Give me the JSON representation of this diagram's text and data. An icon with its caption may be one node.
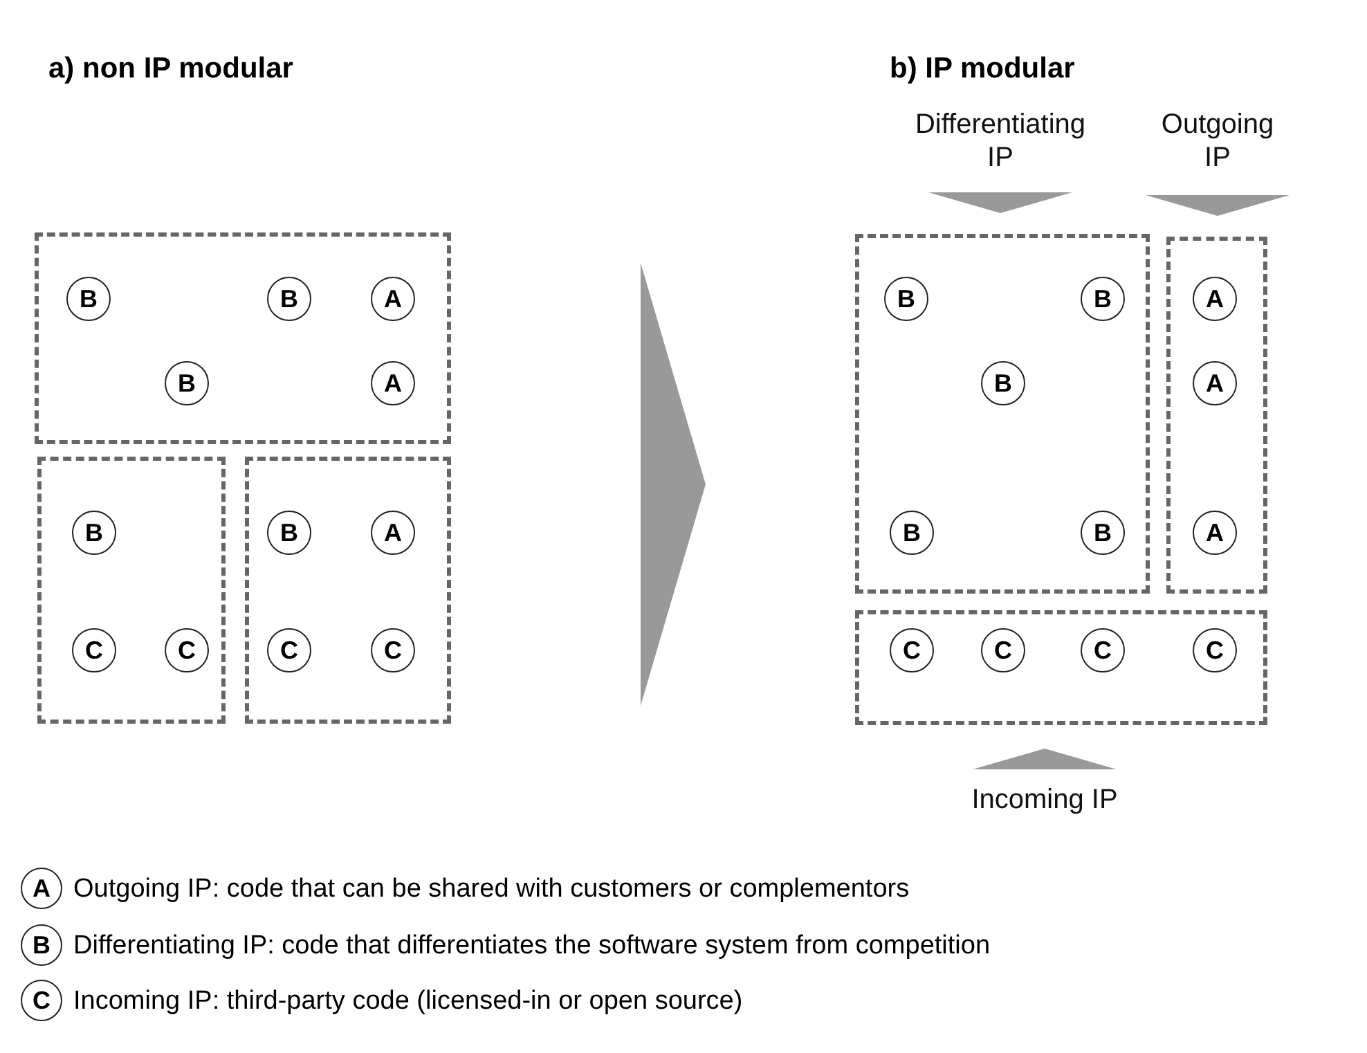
{
  "diagram": {
    "nodes": [
      {
        "text": [],
        "shape": "box"
      },
      {
        "text": [
          "B"
        ],
        "in": 0
      },
      {
        "text": [
          "B"
        ],
        "in": 0
      },
      {
        "text": [
          "A"
        ],
        "in": 0
      },
      {
        "text": [
          "B"
        ],
        "in": 0
      },
      {
        "text": [
          "A"
        ],
        "in": 0
      },
      {
        "text": [],
        "shape": "box"
      },
      {
        "text": [
          "B"
        ],
        "in": 6
      },
      {
        "text": [
          "C"
        ],
        "in": 6
      },
      {
        "text": [
          "C"
        ],
        "in": 6
      },
      {
        "text": [],
        "shape": "box"
      },
      {
        "text": [
          "B"
        ],
        "in": 10
      },
      {
        "text": [
          "A"
        ],
        "in": 10
      },
      {
        "text": [
          "C"
        ],
        "in": 10
      },
      {
        "text": [
          "C"
        ],
        "in": 10
      },
      {
        "text": [
          "Differentiating IP"
        ]
      },
      {
        "text": [
          "Outgoing IP"
        ]
      },
      {
        "text": [],
        "shape": "box"
      },
      {
        "text": [
          "B"
        ],
        "in": 17
      },
      {
        "text": [
          "B"
        ],
        "in": 17
      },
      {
        "text": [
          "B"
        ],
        "in": 17
      },
      {
        "text": [
          "B"
        ],
        "in": 17
      },
      {
        "text": [
          "B"
        ],
        "in": 17
      },
      {
        "text": [],
        "shape": "box"
      },
      {
        "text": [
          "A"
        ],
        "in": 23
      },
      {
        "text": [
          "A"
        ],
        "in": 23
      },
      {
        "text": [
          "A"
        ],
        "in": 23
      },
      {
        "text": [],
        "shape": "box"
      },
      {
        "text": [
          "C"
        ],
        "in": 27
      },
      {
        "text": [
          "C"
        ],
        "in": 27
      },
      {
        "text": [
          "C"
        ],
        "in": 27
      },
      {
        "text": [
          "C"
        ],
        "in": 27
      },
      {
        "text": [
          "Incoming IP"
        ]
      },
      {
        "text": [
          "A"
        ],
        "beside": [
          "Outgoing IP: code that can be shared with customers or complementors"
        ]
      },
      {
        "text": [
          "B"
        ],
        "beside": [
          "Differentiating IP: code that differentiates the software system from competition"
        ]
      },
      {
        "text": [
          "C"
        ],
        "beside": [
          "Incoming IP: third-party code (licensed-in or open source)"
        ]
      }
    ],
    "edges": [
      {
        "from": 15,
        "to": 17,
        "arrow": "to"
      },
      {
        "from": 16,
        "to": 23,
        "arrow": "to"
      },
      {
        "from": 32,
        "to": 27,
        "arrow": "to"
      }
    ],
    "labels": [
      "a) non IP modular",
      "b) IP modular"
    ]
  }
}
